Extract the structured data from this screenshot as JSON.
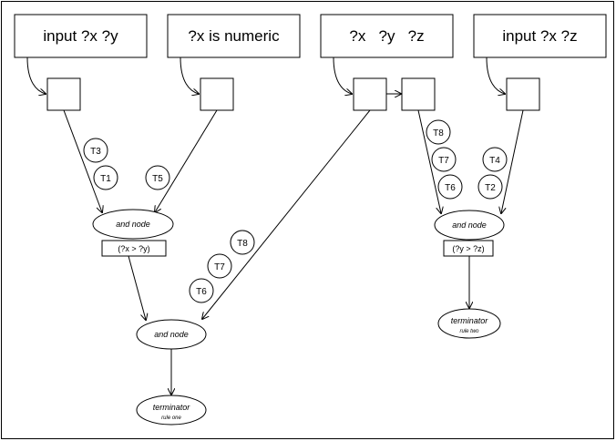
{
  "patterns": [
    {
      "id": "p1",
      "label": "input ?x ?y"
    },
    {
      "id": "p2",
      "label": "?x is numeric"
    },
    {
      "id": "p3",
      "label": "?x   ?y   ?z"
    },
    {
      "id": "p4",
      "label": "input ?x ?z"
    }
  ],
  "tokens": {
    "left_stack": [
      "T3",
      "T1"
    ],
    "p2_stack": [
      "T5"
    ],
    "p3_stack": [
      "T8",
      "T7",
      "T6"
    ],
    "right_col_a": [
      "T8",
      "T7",
      "T6"
    ],
    "right_col_b": [
      "T4",
      "T2"
    ]
  },
  "and_nodes": {
    "left": {
      "label": "and node",
      "test": "(?x > ?y)"
    },
    "bottom": {
      "label": "and node"
    },
    "right": {
      "label": "and node",
      "test": "(?y > ?z)"
    }
  },
  "terminators": {
    "one": {
      "label": "terminator",
      "sub": "rule one"
    },
    "two": {
      "label": "terminator",
      "sub": "rule two"
    }
  }
}
